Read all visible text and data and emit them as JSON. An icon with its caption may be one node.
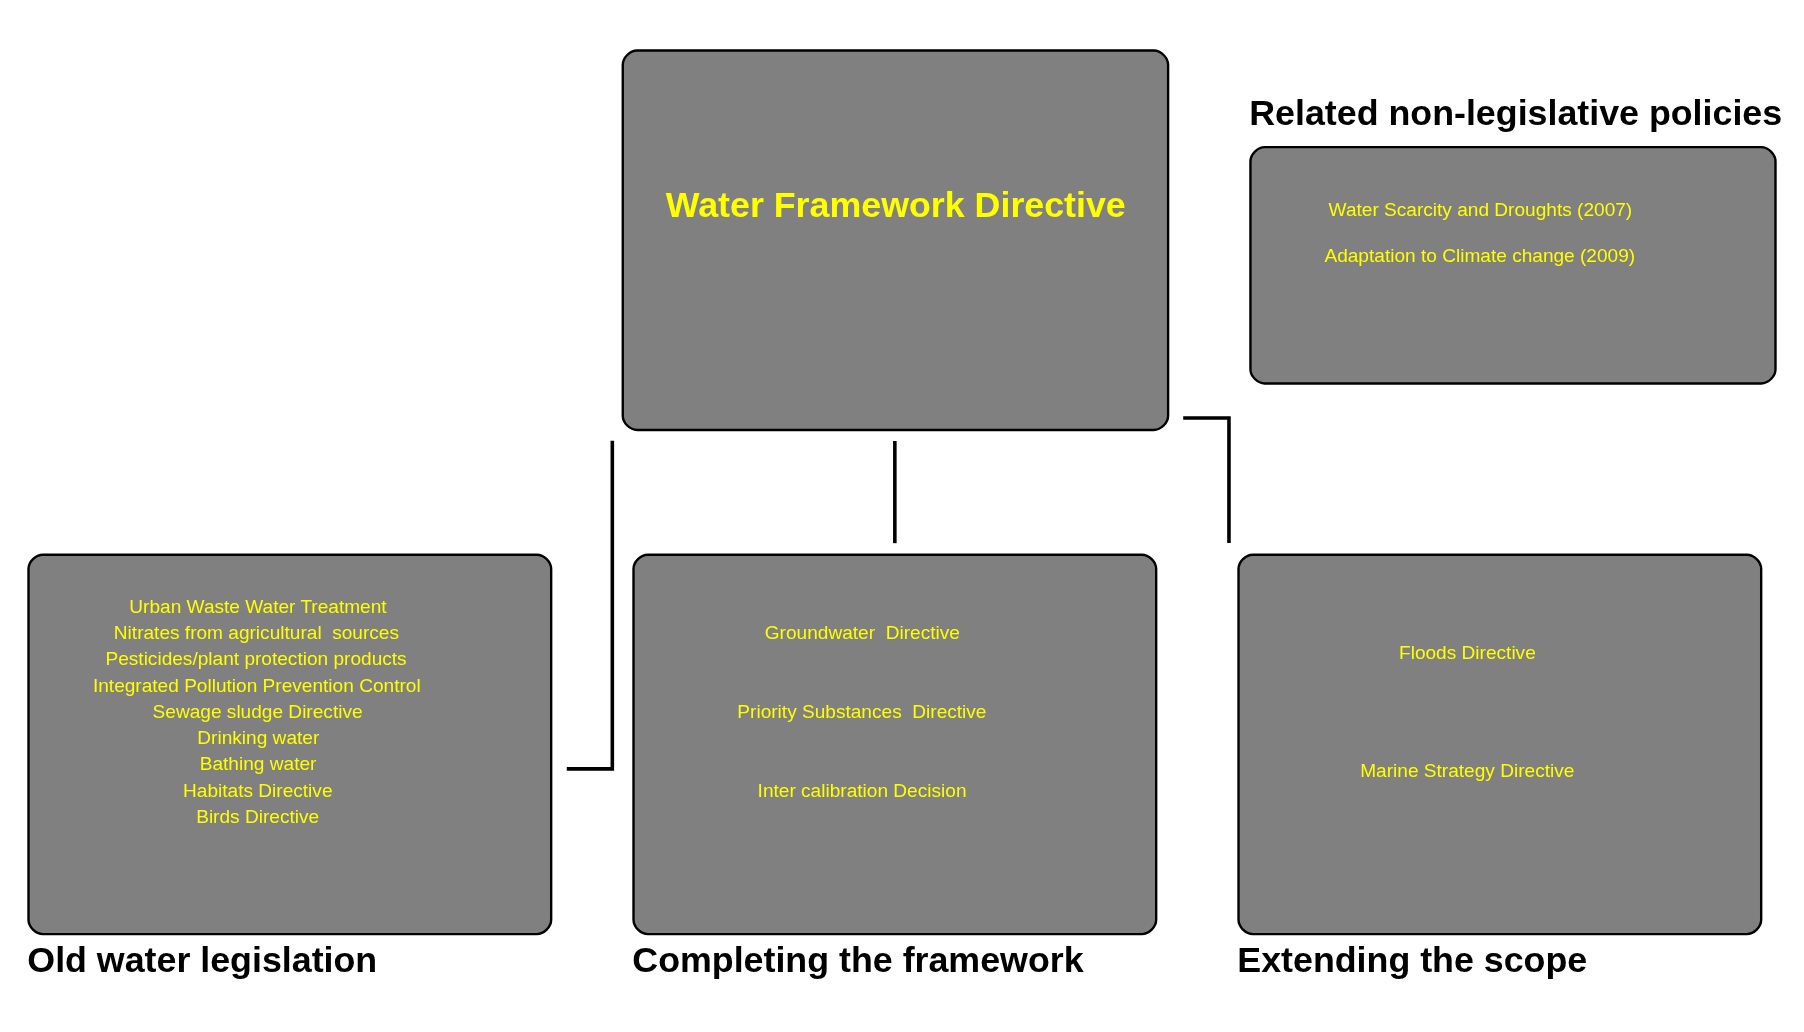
{
  "diagram": {
    "nodes": [
      {
        "text": [
          "Water Framework Directive"
        ]
      },
      {
        "text": [
          "Related non-legislative policies",
          "Water Scarcity and Droughts (2007)",
          "Adaptation to Climate change (2009)"
        ]
      },
      {
        "text": [
          "Urban Waste Water Treatment",
          "Nitrates from agricultural  sources",
          "Pesticides/plant protection products",
          "Integrated Pollution Prevention Control",
          "Sewage sludge Directive",
          "Drinking water",
          "Bathing water",
          "Habitats Directive",
          "Birds Directive",
          "Old water legislation"
        ]
      },
      {
        "text": [
          "Groundwater  Directive",
          "Priority Substances  Directive",
          "Inter calibration Decision",
          "Completing the framework"
        ]
      },
      {
        "text": [
          "Floods Directive",
          "Marine Strategy Directive",
          "Extending the scope"
        ]
      }
    ],
    "edges": [
      {
        "from": 0,
        "to": 2,
        "arrow": "none"
      },
      {
        "from": 0,
        "to": 3,
        "arrow": "none"
      },
      {
        "from": 0,
        "to": 4,
        "arrow": "none"
      }
    ]
  }
}
